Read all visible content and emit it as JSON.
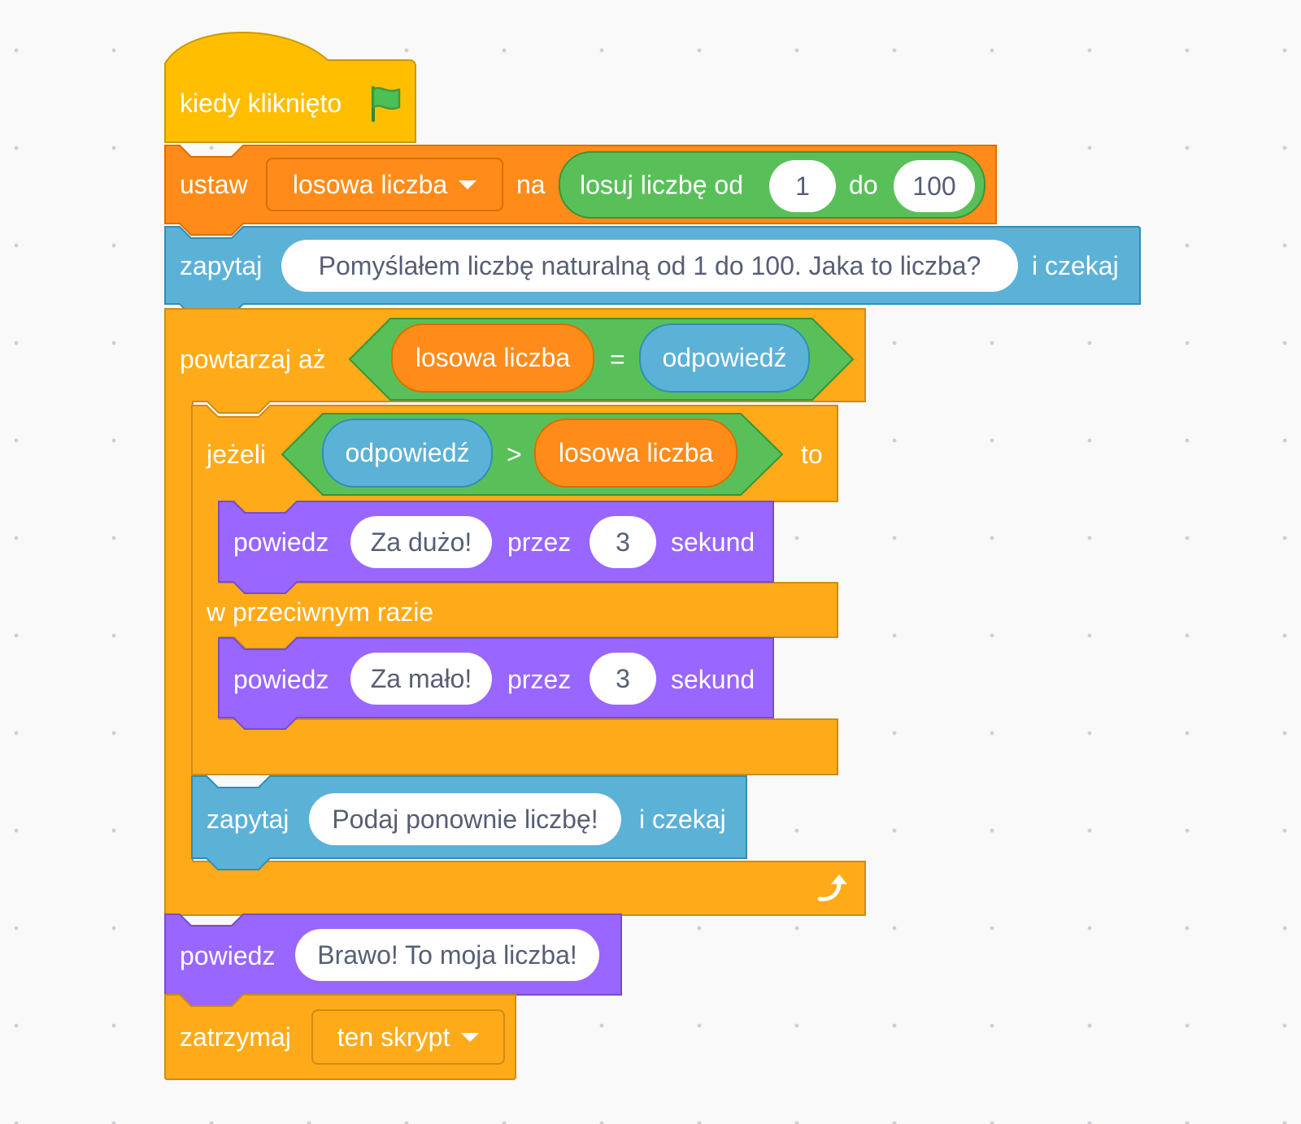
{
  "colors": {
    "events": "#ffbf00",
    "variables": "#ff8c1a",
    "operators": "#59c059",
    "sensing": "#5cb1d6",
    "looks": "#9966ff",
    "control": "#ffab19"
  },
  "script": {
    "hat": {
      "label": "kiedy kliknięto",
      "icon": "green-flag-icon"
    },
    "set_var": {
      "label": "ustaw",
      "variable": "losowa liczba",
      "to_label": "na",
      "random": {
        "label": "losuj liczbę od",
        "from": "1",
        "to_label": "do",
        "to": "100"
      }
    },
    "ask1": {
      "label": "zapytaj",
      "question": "Pomyślałem liczbę naturalną od 1 do 100. Jaka to liczba?",
      "wait_label": "i czekaj"
    },
    "repeat_until": {
      "label": "powtarzaj aż",
      "condition": {
        "left": "losowa liczba",
        "op": "=",
        "right": "odpowiedź"
      },
      "loop_icon": "loop-arrow-icon"
    },
    "if_else": {
      "if_label": "jeżeli",
      "then_label": "to",
      "else_label": "w przeciwnym razie",
      "condition": {
        "left": "odpowiedź",
        "op": ">",
        "right": "losowa liczba"
      }
    },
    "say_big": {
      "label": "powiedz",
      "message": "Za dużo!",
      "for_label": "przez",
      "secs": "3",
      "secs_label": "sekund"
    },
    "say_small": {
      "label": "powiedz",
      "message": "Za mało!",
      "for_label": "przez",
      "secs": "3",
      "secs_label": "sekund"
    },
    "ask2": {
      "label": "zapytaj",
      "question": "Podaj ponownie liczbę!",
      "wait_label": "i czekaj"
    },
    "say_end": {
      "label": "powiedz",
      "message": "Brawo! To moja liczba!"
    },
    "stop": {
      "label": "zatrzymaj",
      "option": "ten skrypt"
    }
  }
}
